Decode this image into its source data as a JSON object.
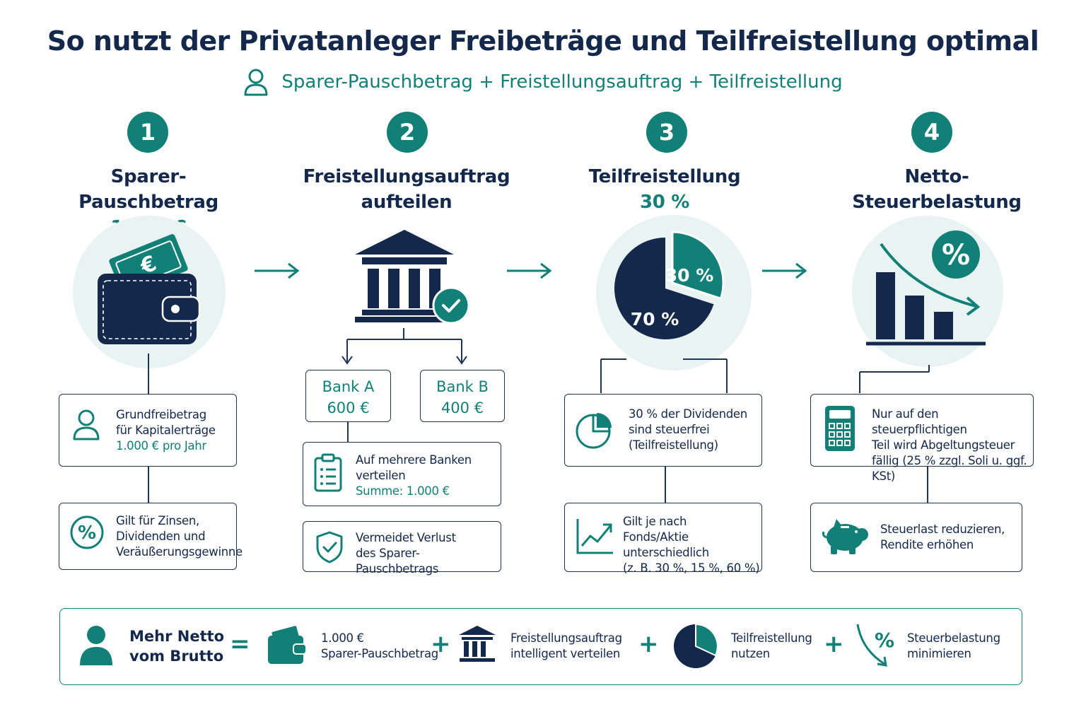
{
  "title": "So nutzt der Privatanleger Freibeträge und Teilfreistellung optimal",
  "subtitle": "Sparer-Pauschbetrag + Freistellungsauftrag + Teilfreistellung",
  "steps": [
    {
      "number": "1",
      "title": "Sparer-Pauschbetrag",
      "value": "1.000 €",
      "boxes": [
        {
          "lines": [
            "Grundfreibetrag",
            "für Kapitalerträge"
          ],
          "highlight": "1.000 € pro Jahr"
        },
        {
          "lines": [
            "Gilt für Zinsen,",
            "Dividenden und",
            "Veräußerungsgewinne"
          ]
        }
      ]
    },
    {
      "number": "2",
      "title_line1": "Freistellungsauftrag",
      "title_line2": "aufteilen",
      "banks": [
        {
          "name": "Bank A",
          "amount": "600 €"
        },
        {
          "name": "Bank B",
          "amount": "400 €"
        }
      ],
      "boxes": [
        {
          "lines": [
            "Auf mehrere Banken",
            "verteilen"
          ],
          "highlight": "Summe: 1.000 €"
        },
        {
          "lines": [
            "Vermeidet Verlust",
            "des Sparer-Pauschbetrags"
          ]
        }
      ]
    },
    {
      "number": "3",
      "title": "Teilfreistellung",
      "value": "30 %",
      "pie": {
        "free_label": "30 %",
        "taxed_label": "70 %",
        "free_share": 30,
        "taxed_share": 70
      },
      "boxes": [
        {
          "lines": [
            "30 % der Dividenden",
            "sind steuerfrei",
            "(Teilfreistellung)"
          ]
        },
        {
          "lines": [
            "Gilt je nach",
            "Fonds/Aktie unterschiedlich",
            "(z. B. 30 %, 15 %, 60 %)"
          ]
        }
      ]
    },
    {
      "number": "4",
      "title": "Netto-Steuerbelastung",
      "percent_symbol": "%",
      "boxes": [
        {
          "lines": [
            "Nur auf den steuerpflichtigen",
            "Teil wird Abgeltungsteuer",
            "fällig (25 % zzgl. Soli u. ggf. KSt)"
          ]
        },
        {
          "lines": [
            "Steuerlast reduzieren,",
            "Rendite erhöhen"
          ]
        }
      ]
    }
  ],
  "summary": {
    "headline_line1": "Mehr Netto",
    "headline_line2": "vom Brutto",
    "equals": "=",
    "plus": "+",
    "items": [
      {
        "line1": "1.000 €",
        "line2": "Sparer-Pauschbetrag"
      },
      {
        "line1": "Freistellungsauftrag",
        "line2": "intelligent verteilen"
      },
      {
        "line1": "Teilfreistellung",
        "line2": "nutzen"
      },
      {
        "line1": "Steuerbelastung",
        "line2": "minimieren"
      }
    ],
    "percent_symbol": "%"
  },
  "colors": {
    "navy": "#14284b",
    "teal": "#128077",
    "halo": "#e9f3f1",
    "white": "#ffffff"
  },
  "icons": [
    "user-icon",
    "wallet-icon",
    "bank-icon",
    "check-badge-icon",
    "pie-chart-icon",
    "bar-chart-down-icon",
    "percent-badge-icon",
    "clipboard-icon",
    "shield-check-icon",
    "trend-up-icon",
    "calculator-icon",
    "piggy-bank-icon",
    "arrow-right-icon"
  ]
}
